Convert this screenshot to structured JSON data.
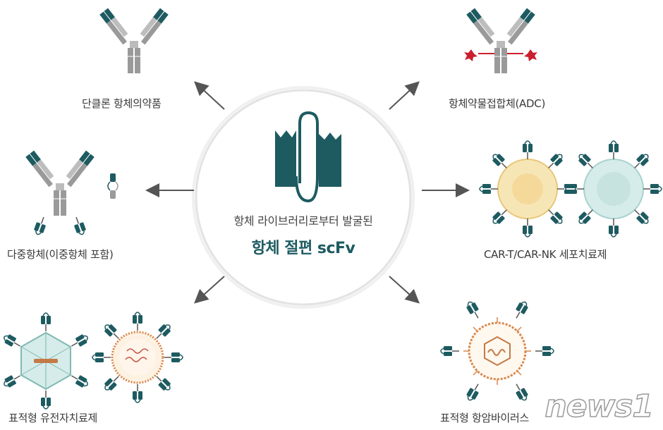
{
  "center": {
    "subtitle": "항체 라이브러리로부터 발굴된",
    "title": "항체 절편 scFv"
  },
  "items": [
    {
      "label": "단클론 항체의약품"
    },
    {
      "label": "항체약물접합체(ADC)"
    },
    {
      "label": "다중항체(이중항체 포함)"
    },
    {
      "label": "CAR-T/CAR-NK 세포치료제"
    },
    {
      "label": "표적형 유전자치료제"
    },
    {
      "label": "표적형 항암바이러스"
    }
  ],
  "watermark": {
    "text": "news1"
  },
  "colors": {
    "teal": "#1d5b61",
    "gray": "#9a9a9a",
    "arrow": "#555555",
    "adc_red": "#cc1f2d",
    "cell_yellow": "#f7e6b5",
    "cell_blue": "#d6ecea",
    "virus_orange": "#d9874a"
  }
}
